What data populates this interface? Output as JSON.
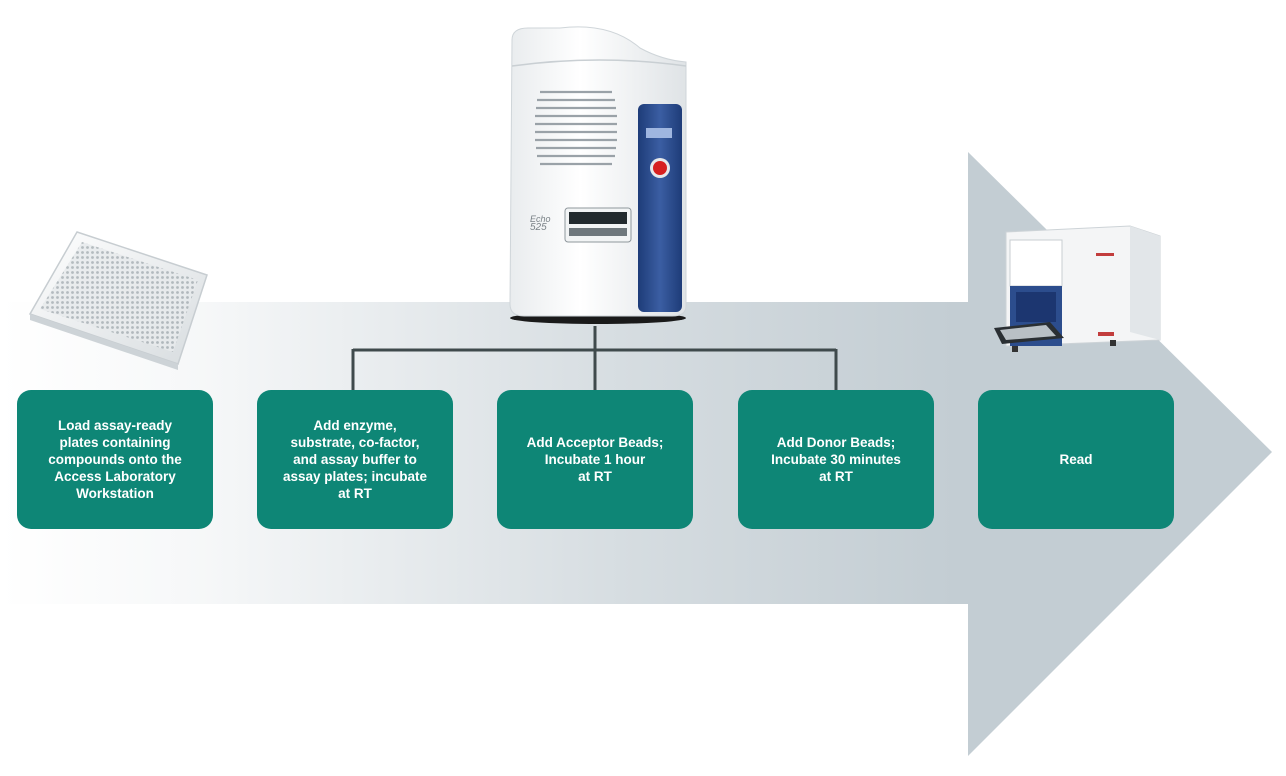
{
  "steps": [
    {
      "label": "Load assay-ready\nplates containing\ncompounds onto the\nAccess Laboratory\nWorkstation"
    },
    {
      "label": "Add enzyme,\nsubstrate, co-factor,\nand assay buffer to\nassay plates; incubate\nat RT"
    },
    {
      "label": "Add Acceptor Beads;\nIncubate 1 hour\nat RT"
    },
    {
      "label": "Add Donor Beads;\nIncubate 30 minutes\nat RT"
    },
    {
      "label": "Read"
    }
  ],
  "instruments": {
    "dispenser_model": "Echo",
    "dispenser_number": "525"
  },
  "colors": {
    "step_box": "#0e8676",
    "arrow": "#c3cdd3",
    "connector": "#3f4a4c",
    "dispenser_panel": "#2d4e8e"
  }
}
